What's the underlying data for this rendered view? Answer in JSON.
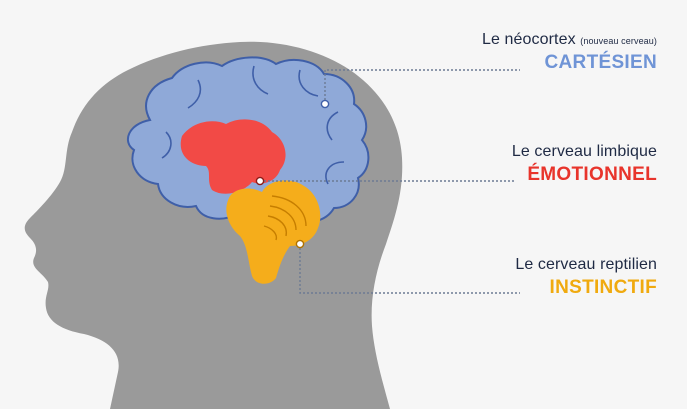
{
  "layers": [
    {
      "key": "neocortex",
      "name": "Le néocortex",
      "note": "(nouveau cerveau)",
      "trait": "CARTÉSIEN",
      "color": "#6f94d6"
    },
    {
      "key": "limbique",
      "name": "Le cerveau limbique",
      "note": "",
      "trait": "ÉMOTIONNEL",
      "color": "#e8342b"
    },
    {
      "key": "reptilien",
      "name": "Le cerveau reptilien",
      "note": "",
      "trait": "INSTINCTIF",
      "color": "#f0aa0f"
    }
  ],
  "colors": {
    "background": "#f6f6f6",
    "head": "#9a9a9a",
    "neocortex": "#8fa9d8",
    "neocortex_outline": "#3f5fa8",
    "limbic": "#f24a46",
    "reptilian": "#f5ad1b",
    "connector": "#6c7a93",
    "text": "#1f2a44"
  }
}
